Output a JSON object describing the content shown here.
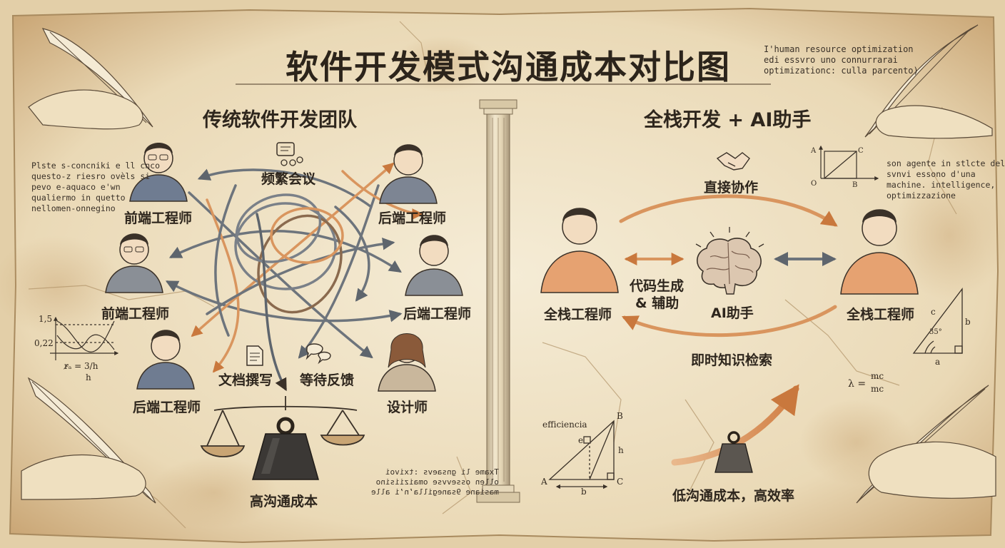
{
  "title": "软件开发模式沟通成本对比图",
  "top_right_note": "I'human resource optimization\nedi essvro uno connurrarai\noptimizationc: culla parcento)",
  "left_panel": {
    "heading": "传统软件开发团队",
    "roles": {
      "frontend_1": "前端工程师",
      "frontend_2": "前端工程师",
      "backend_top": "后端工程师",
      "backend_mid": "后端工程师",
      "backend_bottom": "后端工程师",
      "designer": "设计师"
    },
    "activities": {
      "meetings": "频繁会议",
      "documentation": "文档撰写",
      "waiting_feedback": "等待反馈"
    },
    "result": "高沟通成本",
    "left_note": "Plste s-concniki e ll cnco\nquesto-z riesro ovèls si\npevo e-aquaco e'wn\nqualiermo in quetto\nnellomen-onnegino",
    "mirror_note": "Txame li gnsaevs :txivoi\nollen ossevvse omaiziisino\nmasiane 9sanegillaʼn’i alle",
    "graph_labels": {
      "y_high": "1,5",
      "y_low": "0,22",
      "formula_left": "r̵̷ₐ = 3/h",
      "formula_den": "h"
    }
  },
  "right_panel": {
    "heading": "全栈开发 + AI助手",
    "left_person": "全栈工程师",
    "right_person": "全栈工程师",
    "ai": "AI助手",
    "flows": {
      "direct": "直接协作",
      "codegen_line1": "代码生成",
      "codegen_line2": "& 辅助",
      "retrieval": "即时知识检索"
    },
    "result": "低沟通成本，高效率",
    "right_note": "son agente in stlcte del\nsvnvi essono d'una\nmachine. intelligence,\noptimizzazione",
    "formula": "λ = mc/mc",
    "formula_num": "mc",
    "formula_den": "mc",
    "efficiency_label": "efficiencia",
    "triangle_labels": {
      "A": "A",
      "B": "B",
      "C": "C",
      "e": "e",
      "h": "h",
      "b": "b"
    },
    "square_labels": {
      "A": "A",
      "C": "C",
      "O": "O",
      "B": "B"
    },
    "right_triangle_labels": {
      "c": "c",
      "b": "b",
      "a": "a",
      "angle": "35°"
    }
  },
  "colors": {
    "parchment": "#efe3c8",
    "ink": "#2e261d",
    "arrow_gray": "#6d747c",
    "arrow_orange": "#d9955e",
    "stain": "#c9a574"
  }
}
